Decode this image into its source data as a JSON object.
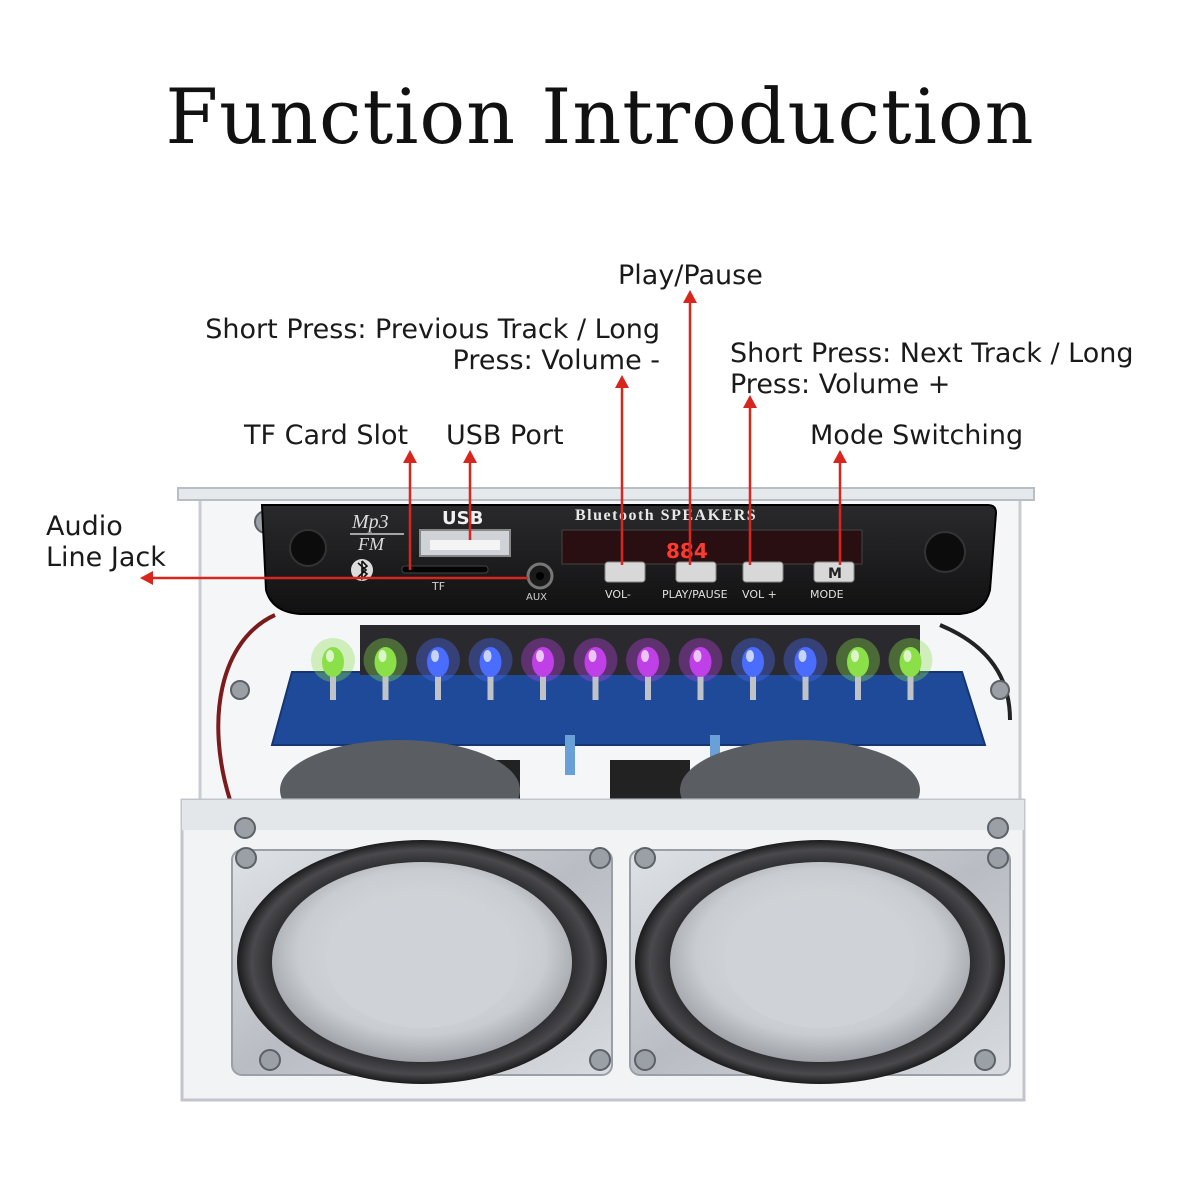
{
  "title": "Function Introduction",
  "callouts": {
    "play_pause": "Play/Pause",
    "previous": [
      "Short Press: Previous Track / Long",
      "Press: Volume -"
    ],
    "next": [
      "Short Press: Next Track / Long",
      "Press: Volume +"
    ],
    "tf_card": "TF Card Slot",
    "usb_port": "USB Port",
    "mode_switching": "Mode Switching",
    "audio_line_jack": [
      "Audio",
      "Line Jack"
    ]
  },
  "module_print": {
    "logo_top": "Mp3",
    "logo_bottom": "FM",
    "usb": "USB",
    "brand": "Bluetooth SPEAKERS",
    "tf": "TF",
    "aux": "AUX",
    "display": "884",
    "vol_minus": "VOL-",
    "play_pause": "PLAY/PAUSE",
    "vol_plus": "VOL +",
    "mode": "MODE",
    "mode_key": "M"
  },
  "leds": [
    "#8be04a",
    "#8be04a",
    "#4a6cff",
    "#4a6cff",
    "#c040e8",
    "#c040e8",
    "#c040e8",
    "#c040e8",
    "#4a6cff",
    "#4a6cff",
    "#8be04a",
    "#8be04a"
  ],
  "arrow_color": "#d7261e"
}
